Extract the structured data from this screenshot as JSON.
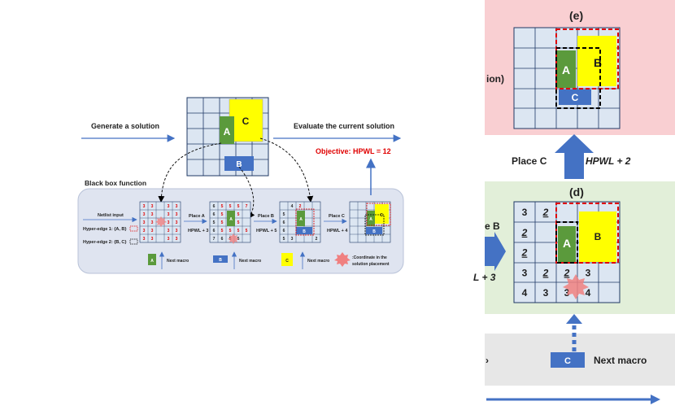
{
  "left": {
    "generate_label": "Generate a solution",
    "evaluate_label": "Evaluate the current solution",
    "objective": "Objective: HPWL = 12",
    "blackbox_label": "Black box function",
    "top_grid_blocks": [
      "A",
      "B",
      "C"
    ],
    "netlist": {
      "title": "Netlist input",
      "edge1": "Hyper-edge 1: {A, B}",
      "edge2": "Hyper-edge 2: {B, C}"
    },
    "steps": [
      {
        "action": "Place A",
        "cost": "HPWL + 3"
      },
      {
        "action": "Place B",
        "cost": "HPWL + 5"
      },
      {
        "action": "Place C",
        "cost": "HPWL + 4"
      }
    ],
    "grid1_values": [
      "3",
      "3",
      "3",
      "3",
      "3",
      "3",
      "3",
      "3",
      "3",
      "3",
      "3",
      "3",
      "3",
      "3",
      "3",
      "3",
      "3",
      "3",
      "3",
      "3"
    ],
    "grid2_values": [
      "6",
      "5",
      "5",
      "5",
      "6",
      "5",
      "5",
      "5",
      "5",
      "5",
      "6",
      "5",
      "5",
      "5",
      "5",
      "7",
      "6",
      "5",
      "5",
      "7"
    ],
    "grid3_values": [
      "5",
      "2",
      "6",
      "6",
      "5",
      "4",
      "3",
      "2"
    ],
    "legend": {
      "a_block": "A",
      "b_block": "B",
      "c_block": "C",
      "next_macro_a": "Next macro",
      "next_macro_b": "Next macro",
      "next_macro_c": "Next macro",
      "coordinate_line1": ":Coordinate in the",
      "coordinate_line2": "solution placement"
    }
  },
  "right": {
    "panel_e_title": "(e)",
    "panel_e_fragment": "ion)",
    "panel_e_blocks": [
      "A",
      "B",
      "C"
    ],
    "place_c_label": "Place C",
    "hpwl_plus_2": "HPWL + 2",
    "panel_d_title": "(d)",
    "panel_d_fragment_top": "e B",
    "panel_d_fragment_bottom": "L + 3",
    "panel_d_cells": [
      "3",
      "2",
      "2",
      "2",
      "3",
      "2",
      "2",
      "3",
      "4",
      "3",
      "3",
      "4"
    ],
    "panel_d_blocks": [
      "A",
      "B"
    ],
    "next_block": "C",
    "next_macro_label": "Next macro",
    "bottom_fragment": "ˀ"
  },
  "colors": {
    "grid_cell": "#dce6f2",
    "grid_line": "#1f3864",
    "block_a": "#5b9a3c",
    "block_b": "#4472c4",
    "block_c": "#ffff00",
    "arrow": "#4472c4",
    "objective": "#e00000",
    "panel_e_bg": "#f9cfd2",
    "panel_d_bg": "#e2efd9",
    "panel_bottom_bg": "#e7e7e7",
    "blackbox_bg": "#dfe4f0"
  }
}
